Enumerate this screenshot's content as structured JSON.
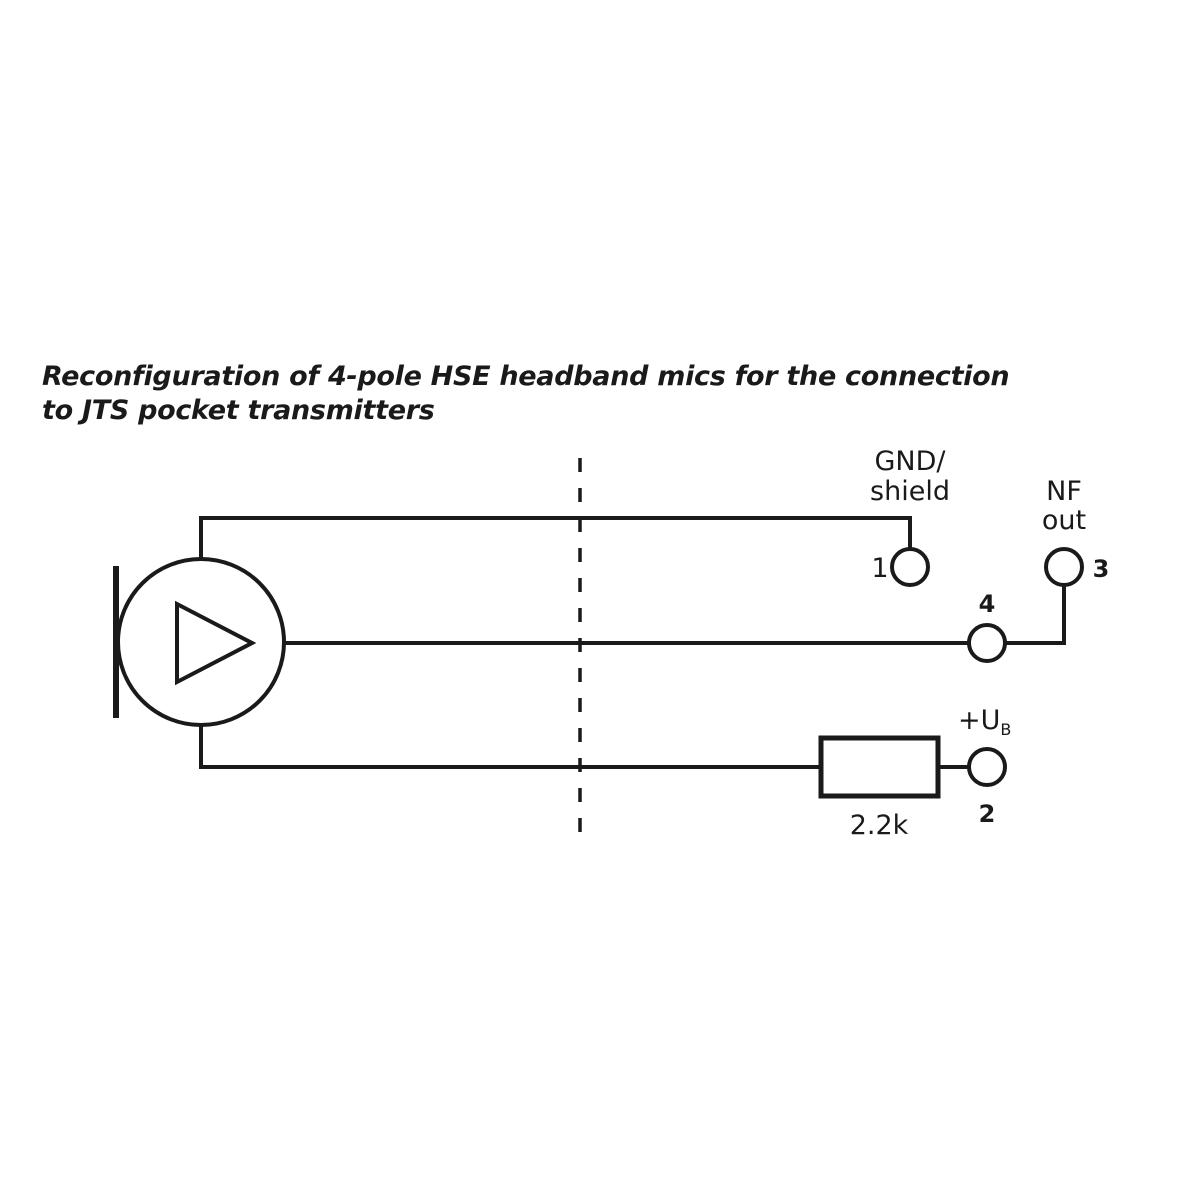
{
  "title": {
    "line1": "Reconfiguration of 4-pole HSE headband mics for the connection",
    "line2": "to JTS pocket transmitters"
  },
  "pins": {
    "pin1": {
      "number": "1",
      "label_line1": "GND/",
      "label_line2": "shield"
    },
    "pin3": {
      "number": "3",
      "label_line1": "NF",
      "label_line2": "out"
    },
    "pin4": {
      "number": "4"
    },
    "pin2": {
      "number": "2",
      "label_main": "+U",
      "label_sub": "B"
    }
  },
  "resistor": {
    "value": "2.2k"
  }
}
